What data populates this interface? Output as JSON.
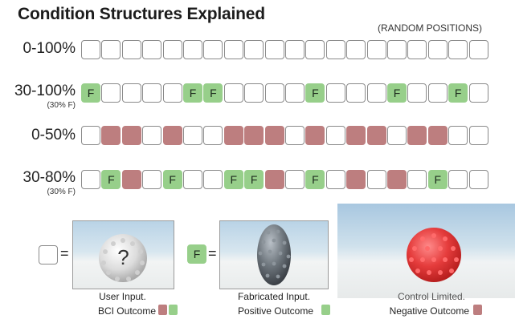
{
  "title": "Condition Structures Explained",
  "note": "(RANDOM POSITIONS)",
  "rows": [
    {
      "label": "0-100%",
      "sublabel": "",
      "cells": [
        "",
        "",
        "",
        "",
        "",
        "",
        "",
        "",
        "",
        "",
        "",
        "",
        "",
        "",
        "",
        "",
        "",
        "",
        "",
        ""
      ]
    },
    {
      "label": "30-100%",
      "sublabel": "(30% F)",
      "cells": [
        "F",
        "",
        "",
        "",
        "",
        "F",
        "F",
        "",
        "",
        "",
        "",
        "F",
        "",
        "",
        "",
        "F",
        "",
        "",
        "F",
        ""
      ]
    },
    {
      "label": "0-50%",
      "sublabel": "",
      "cells": [
        "",
        "N",
        "N",
        "",
        "N",
        "",
        "",
        "N",
        "N",
        "N",
        "",
        "N",
        "",
        "N",
        "N",
        "",
        "N",
        "N",
        "",
        ""
      ]
    },
    {
      "label": "30-80%",
      "sublabel": "(30% F)",
      "cells": [
        "",
        "F",
        "N",
        "",
        "F",
        "",
        "",
        "F",
        "F",
        "N",
        "",
        "F",
        "",
        "N",
        "",
        "N",
        "",
        "F",
        "",
        ""
      ]
    }
  ],
  "legend": {
    "equals": "=",
    "f_letter": "F",
    "user": {
      "caption_1": "User Input.",
      "caption_2": "BCI Outcome",
      "symbol": "?"
    },
    "fabricated": {
      "caption_1": "Fabricated Input.",
      "caption_2": "Positive Outcome"
    },
    "control": {
      "caption_1": "Control Limited.",
      "caption_2": "Negative Outcome"
    }
  },
  "colors": {
    "positive": "#97cf8a",
    "negative": "#bd7e7f",
    "outline": "#8a8a8a"
  }
}
